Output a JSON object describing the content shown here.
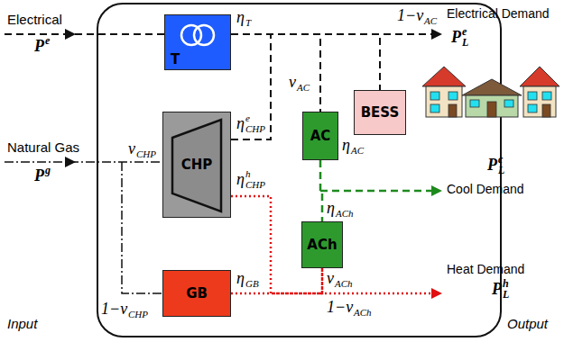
{
  "diagram": {
    "nodes": [
      {
        "text": [
          "T"
        ]
      },
      {
        "text": [
          "AC"
        ]
      },
      {
        "text": [
          "BESS"
        ]
      },
      {
        "text": [
          "CHP"
        ]
      },
      {
        "text": [
          "ACh"
        ]
      },
      {
        "text": [
          "GB"
        ]
      }
    ],
    "edges": [
      {
        "from": 0,
        "to": 1,
        "arrow": "none"
      },
      {
        "from": 0,
        "to": 2,
        "arrow": "none"
      },
      {
        "from": 3,
        "to": 1,
        "arrow": "none"
      },
      {
        "from": 1,
        "to": 4,
        "arrow": "none"
      },
      {
        "from": 3,
        "to": 4,
        "arrow": "none"
      },
      {
        "from": 5,
        "to": 4,
        "arrow": "none"
      }
    ],
    "labels": [
      "Electrical",
      "P",
      "e",
      "Natural Gas",
      "P",
      "g",
      "η",
      "T",
      "1−v",
      "AC",
      "v",
      "AC",
      "η",
      "AC",
      "η",
      "CHP",
      "e",
      "η",
      "CHP",
      "h",
      "v",
      "CHP",
      "1−v",
      "CHP",
      "η",
      "ACh",
      "η",
      "GB",
      "v",
      "ACh",
      "1−v",
      "ACh",
      "Electrical Demand",
      "P",
      "L",
      "e",
      "Cool Demand",
      "P",
      "L",
      "c",
      "Heat Demand",
      "P",
      "L",
      "h",
      "Input",
      "Output"
    ]
  }
}
